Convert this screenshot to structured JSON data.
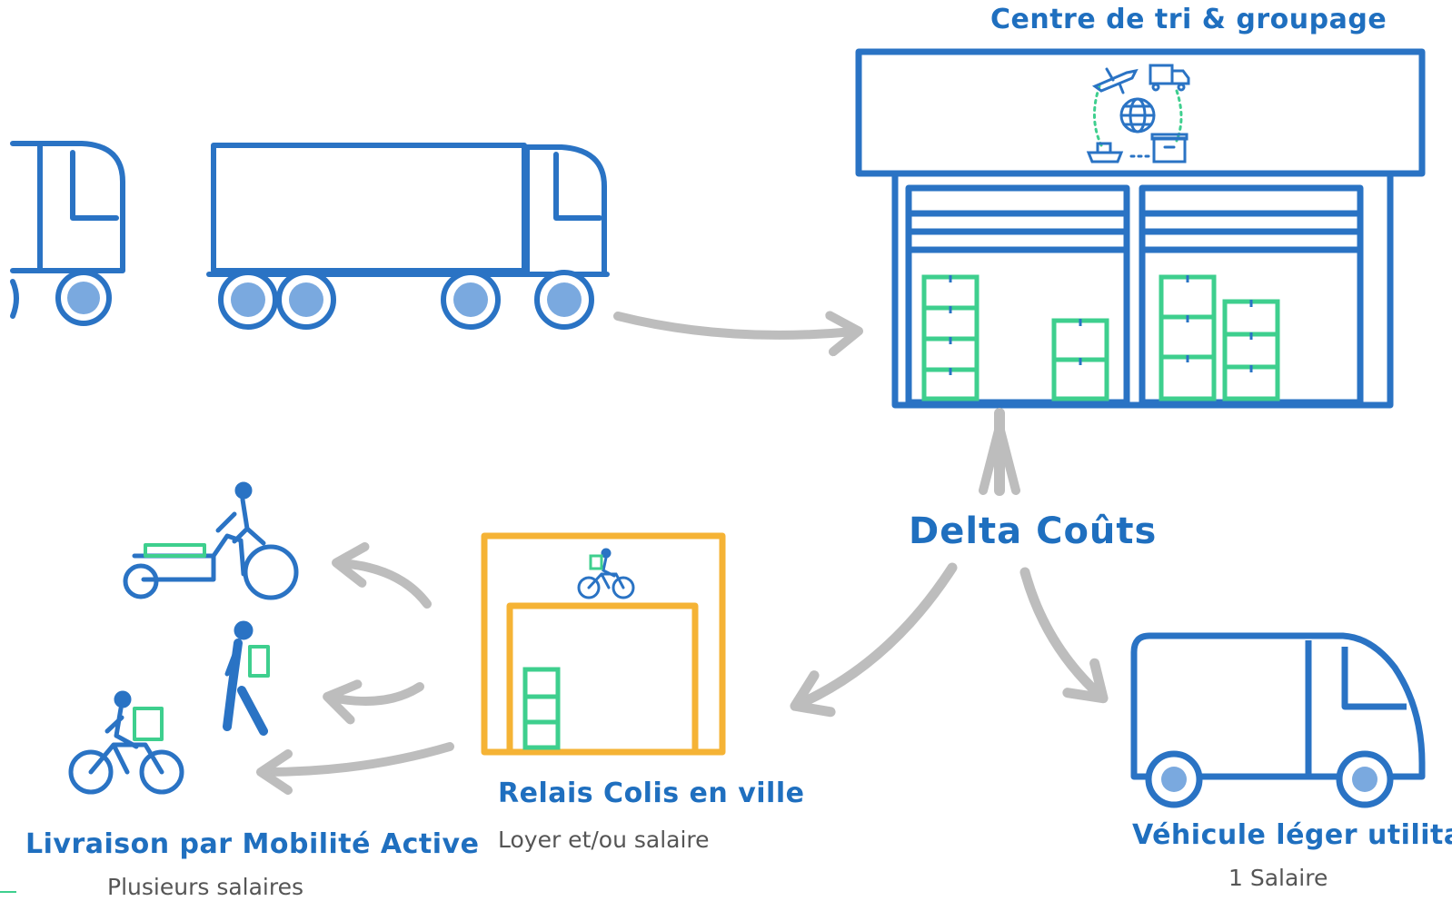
{
  "labels": {
    "sorting_center": "Centre de tri & groupage",
    "delta": "Delta Coûts",
    "relay": "Relais Colis en ville",
    "relay_cost": "Loyer et/ou salaire",
    "active": "Livraison par Mobilité Active",
    "active_cost": "Plusieurs salaires",
    "van": "Véhicule léger utilitaire",
    "van_cost": "1 Salaire"
  },
  "colors": {
    "blue": "#2a73c4",
    "wheel": "#7aa9df",
    "green": "#3ecf8e",
    "orange": "#f5b335",
    "gray": "#bdbdbd",
    "text_blue": "#1f6fbf",
    "text_gray": "#555555"
  },
  "icons": [
    "truck-icon",
    "semi-trailer-icon",
    "warehouse-icon",
    "logistics-globe-icon",
    "relay-building-icon",
    "cargo-bike-icon",
    "walker-icon",
    "cyclist-icon",
    "van-icon"
  ]
}
